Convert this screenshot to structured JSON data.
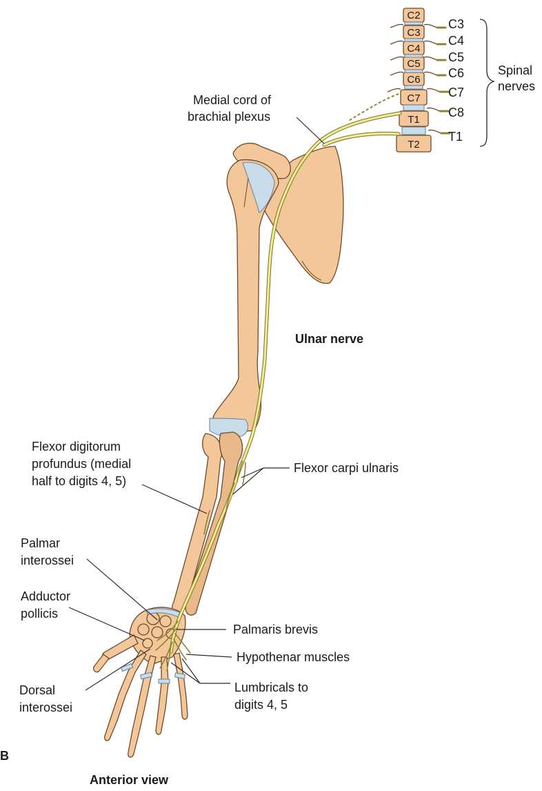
{
  "panel_letter": "B",
  "view_caption": "Anterior view",
  "vertebrae": [
    "C2",
    "C3",
    "C4",
    "C5",
    "C6",
    "C7",
    "T1",
    "T2"
  ],
  "spinal_levels": [
    "C3",
    "C4",
    "C5",
    "C6",
    "C7",
    "C8",
    "T1"
  ],
  "spinal_group_label": [
    "Spinal",
    "nerves"
  ],
  "labels": {
    "medial_cord": [
      "Medial cord of",
      "brachial plexus"
    ],
    "ulnar_nerve": "Ulnar nerve",
    "fdp": [
      "Flexor digitorum",
      "profundus (medial",
      "half to digits 4, 5)"
    ],
    "fcu": "Flexor carpi ulnaris",
    "palmar_interossei": [
      "Palmar",
      "interossei"
    ],
    "adductor_pollicis": [
      "Adductor",
      "pollicis"
    ],
    "palmaris_brevis": "Palmaris brevis",
    "hypothenar": "Hypothenar muscles",
    "dorsal_interossei": [
      "Dorsal",
      "interossei"
    ],
    "lumbricals": [
      "Lumbricals to",
      "digits 4, 5"
    ]
  },
  "colors": {
    "bone": "#f4c79a",
    "cartilage": "#c8dcea",
    "nerve": "#f1eb95",
    "outline": "#6b4a2a"
  }
}
